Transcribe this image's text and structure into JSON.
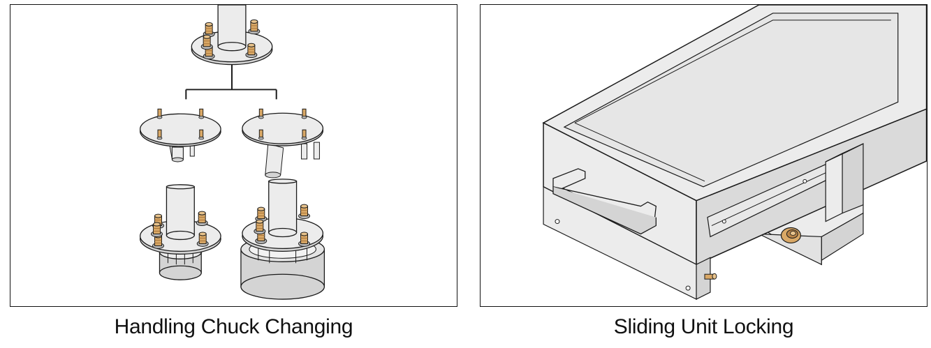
{
  "figures": [
    {
      "caption": "Handling Chuck Changing",
      "illustration": "gripper-chuck-exchange-illustration"
    },
    {
      "caption": "Sliding Unit Locking",
      "illustration": "sliding-unit-lock-illustration"
    }
  ],
  "colors": {
    "line": "#1a1a1a",
    "plate_fill": "#ececec",
    "shadow_fill": "#d4d4d4",
    "brass": "#d9a866",
    "brass_dark": "#a8753a"
  }
}
